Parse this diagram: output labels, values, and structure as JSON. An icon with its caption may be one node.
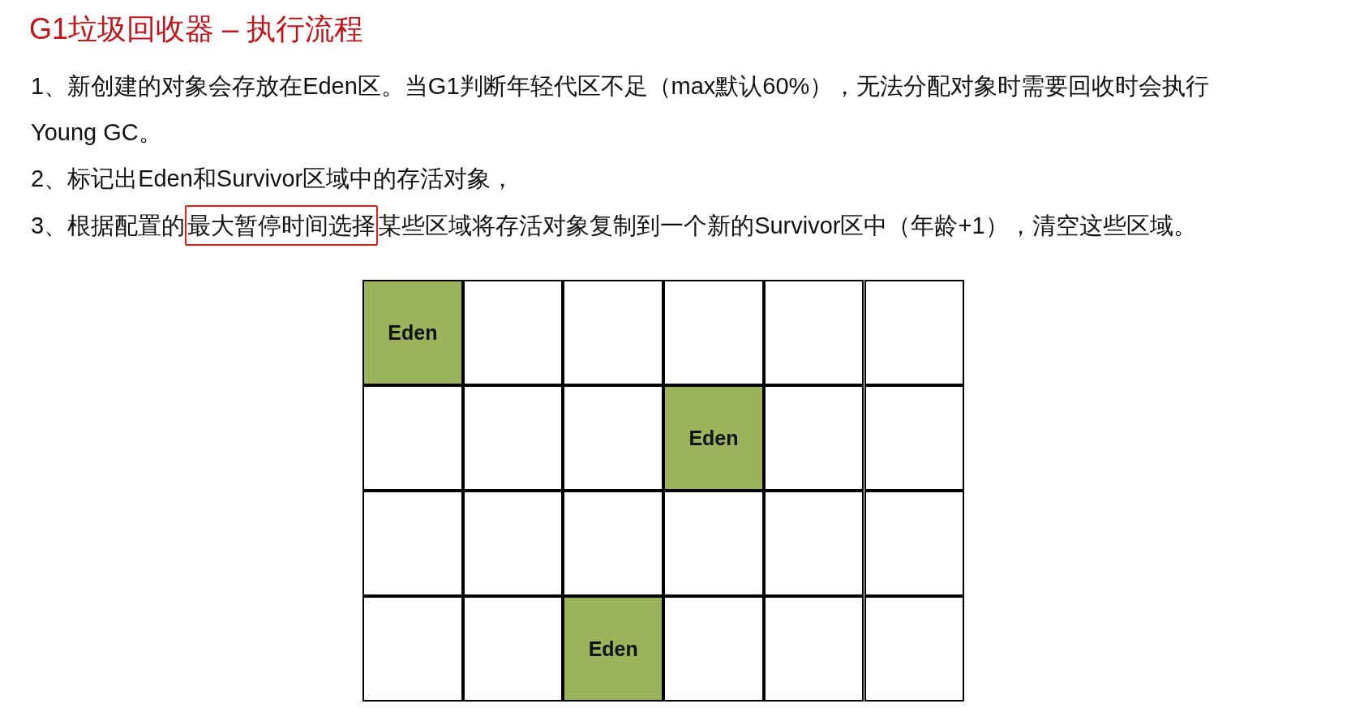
{
  "diagram": {
    "title": "G1垃圾回收器 – 执行流程",
    "nodes": [
      {
        "text": [
          "最大暂停时间选择"
        ]
      },
      {
        "text": [
          "Eden"
        ]
      },
      {
        "text": [],
        "shape": "box"
      },
      {
        "text": [],
        "shape": "box"
      },
      {
        "text": [],
        "shape": "box"
      },
      {
        "text": [],
        "shape": "box"
      },
      {
        "text": [],
        "shape": "box"
      },
      {
        "text": [],
        "shape": "box"
      },
      {
        "text": [],
        "shape": "box"
      },
      {
        "text": [],
        "shape": "box"
      },
      {
        "text": [
          "Eden"
        ]
      },
      {
        "text": [],
        "shape": "box"
      },
      {
        "text": [],
        "shape": "box"
      },
      {
        "text": [],
        "shape": "box"
      },
      {
        "text": [],
        "shape": "box"
      },
      {
        "text": [],
        "shape": "box"
      },
      {
        "text": [],
        "shape": "box"
      },
      {
        "text": [],
        "shape": "box"
      },
      {
        "text": [],
        "shape": "box"
      },
      {
        "text": [],
        "shape": "box"
      },
      {
        "text": [],
        "shape": "box"
      },
      {
        "text": [
          "Eden"
        ]
      },
      {
        "text": [],
        "shape": "box"
      },
      {
        "text": [],
        "shape": "box"
      },
      {
        "text": [],
        "shape": "box"
      }
    ],
    "labels": [
      "1、新创建的对象会存放在Eden区。当G1判断年轻代区不足（max默认60%），无法分配对象时需要回收时会执行Young GC。",
      "2、标记出Eden和Survivor区域中的存活对象，",
      "3、根据配置的",
      "某些区域将存活对象复制到一个新的Survivor区中（年龄+1），清空这些区域。"
    ]
  }
}
